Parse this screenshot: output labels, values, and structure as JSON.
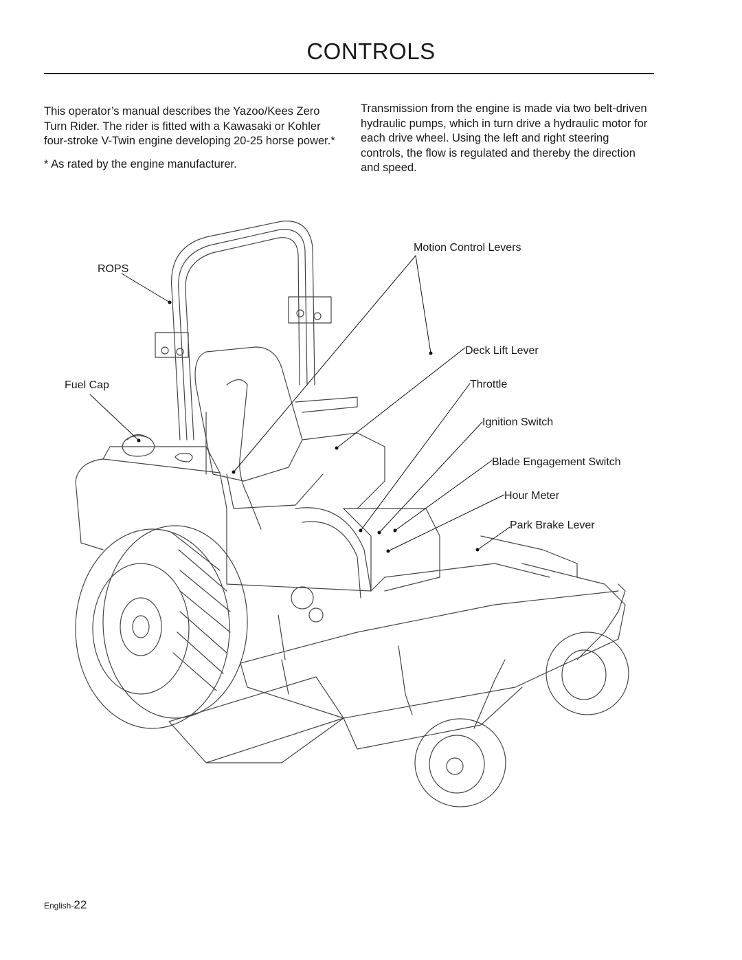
{
  "page": {
    "title": "CONTROLS",
    "intro_left": "This operator’s manual describes the Yazoo/Kees Zero Turn Rider. The rider is fitted with a Kawasaki  or Kohler four-stroke V-Twin engine developing 20-25 horse power.*",
    "footnote": "* As rated by the engine manufacturer.",
    "intro_right": "Transmission from the engine is made via two belt-driven hydraulic pumps, which in turn drive a hydraulic motor for each drive wheel. Using the left and right steering controls, the flow is regulated and thereby the direction and speed."
  },
  "figure": {
    "labels": {
      "rops": "ROPS",
      "fuel_cap": "Fuel Cap",
      "motion_control_levers": "Motion Control Levers",
      "deck_lift_lever": "Deck Lift Lever",
      "throttle": "Throttle",
      "ignition_switch": "Ignition Switch",
      "blade_engagement_switch": "Blade Engagement Switch",
      "hour_meter": "Hour Meter",
      "park_brake_lever": "Park Brake Lever"
    }
  },
  "footer": {
    "language": "English-",
    "page_number": "22"
  }
}
